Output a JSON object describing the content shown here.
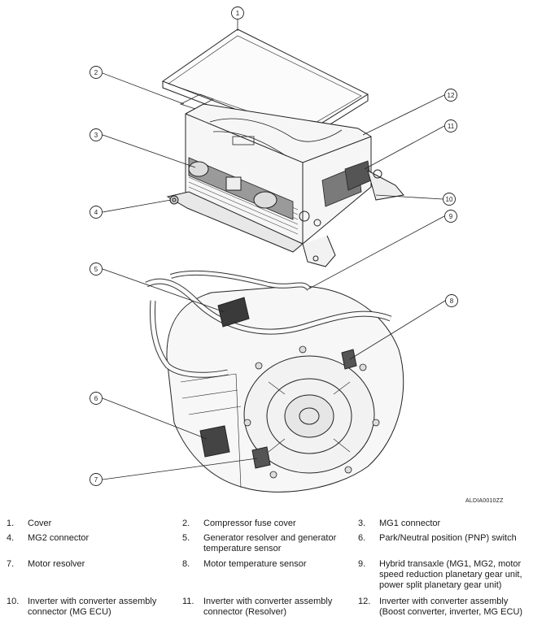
{
  "figure": {
    "code": "ALDIA0010ZZ",
    "callouts": [
      "1",
      "2",
      "3",
      "4",
      "5",
      "6",
      "7",
      "8",
      "9",
      "10",
      "11",
      "12"
    ]
  },
  "legend": [
    {
      "num": "1.",
      "text": "Cover"
    },
    {
      "num": "2.",
      "text": "Compressor fuse cover"
    },
    {
      "num": "3.",
      "text": "MG1 connector"
    },
    {
      "num": "4.",
      "text": "MG2 connector"
    },
    {
      "num": "5.",
      "text": "Generator resolver and generator temperature sensor"
    },
    {
      "num": "6.",
      "text": "Park/Neutral position (PNP) switch"
    },
    {
      "num": "7.",
      "text": "Motor resolver"
    },
    {
      "num": "8.",
      "text": "Motor temperature sensor"
    },
    {
      "num": "9.",
      "text": "Hybrid transaxle (MG1, MG2, motor speed reduction planetary gear unit, power split planetary gear unit)"
    },
    {
      "num": "10.",
      "text": "Inverter with converter assembly connector (MG ECU)"
    },
    {
      "num": "11.",
      "text": "Inverter with converter assembly connector (Resolver)"
    },
    {
      "num": "12.",
      "text": "Inverter with converter assembly (Boost converter, inverter, MG ECU)"
    }
  ]
}
